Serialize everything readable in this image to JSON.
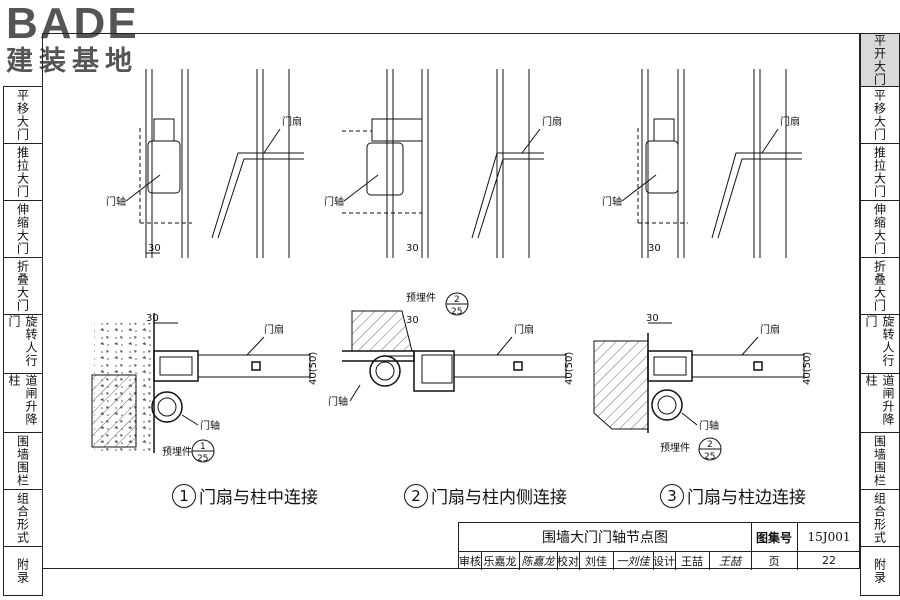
{
  "logo": {
    "brand": "BADE",
    "subtitle": "建装基地"
  },
  "nav_tabs": [
    {
      "label": "平开大门",
      "active": true
    },
    {
      "label": "平移大门",
      "active": false
    },
    {
      "label": "推拉大门",
      "active": false
    },
    {
      "label": "伸缩大门",
      "active": false
    },
    {
      "label": "折叠大门",
      "active": false
    },
    {
      "label": "旋转人行门",
      "active": false
    },
    {
      "label": "道闸升降柱",
      "active": false
    },
    {
      "label": "围墙围栏",
      "active": false
    },
    {
      "label": "组合形式",
      "active": false
    },
    {
      "label": "附录",
      "active": false
    }
  ],
  "drawing": {
    "labels": {
      "door_leaf": "门扇",
      "door_axis": "门轴",
      "embedded_part": "预埋件",
      "dim_30": "30",
      "dim_40_50": "40(50)"
    },
    "refs": [
      {
        "num": "1",
        "den": "25"
      },
      {
        "num": "2",
        "den": "25"
      },
      {
        "num": "2",
        "den": "25"
      }
    ]
  },
  "captions": [
    {
      "num": "1",
      "text": "门扇与柱中连接"
    },
    {
      "num": "2",
      "text": "门扇与柱内侧连接"
    },
    {
      "num": "3",
      "text": "门扇与柱边连接"
    }
  ],
  "title_block": {
    "title": "围墙大门门轴节点图",
    "atlas_label": "图集号",
    "atlas_value": "15J001",
    "page_label": "页",
    "page_value": "22",
    "review_label": "审核",
    "review_name": "乐嘉龙",
    "review_sig": "陈嘉龙",
    "check_label": "校对",
    "check_name": "刘佳",
    "check_sig": "一刘佳",
    "design_label": "设计",
    "design_name": "王喆",
    "design_sig": "王喆"
  }
}
